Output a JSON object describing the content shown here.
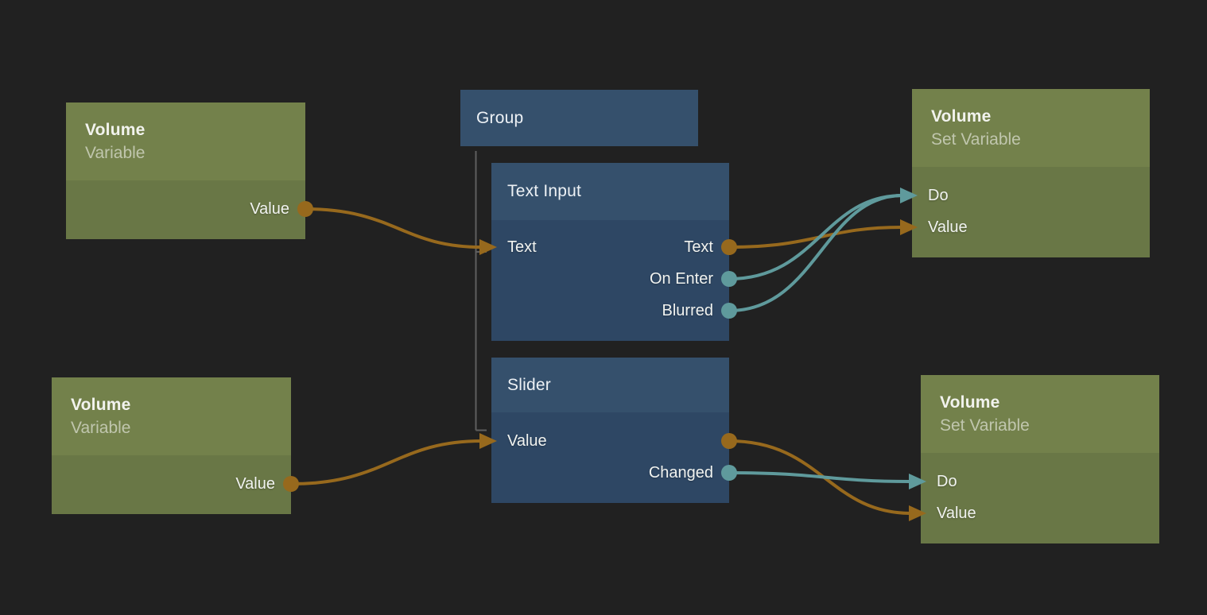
{
  "canvas": {
    "background": "#212121"
  },
  "palette": {
    "value_color": "#97691d",
    "signal_color": "#5f9a9c",
    "child_line_color": "#5f5f5f",
    "variable_header": "#73814b",
    "variable_body": "#697746",
    "component_header": "#35506c",
    "component_body": "#2e4764"
  },
  "nodes": {
    "variable_top": {
      "title": "Volume",
      "subtitle": "Variable",
      "ports": {
        "value_out": {
          "label": "Value"
        }
      }
    },
    "variable_bottom": {
      "title": "Volume",
      "subtitle": "Variable",
      "ports": {
        "value_out": {
          "label": "Value"
        }
      }
    },
    "group": {
      "title": "Group"
    },
    "text_input": {
      "title": "Text Input",
      "ports": {
        "text_in": {
          "label": "Text"
        },
        "text_out": {
          "label": "Text"
        },
        "on_enter_out": {
          "label": "On Enter"
        },
        "blurred_out": {
          "label": "Blurred"
        }
      }
    },
    "slider": {
      "title": "Slider",
      "ports": {
        "value_in": {
          "label": "Value"
        },
        "value_out": {
          "label": ""
        },
        "changed_out": {
          "label": "Changed"
        }
      }
    },
    "set_variable_top": {
      "title": "Volume",
      "subtitle": "Set Variable",
      "ports": {
        "do_in": {
          "label": "Do"
        },
        "value_in": {
          "label": "Value"
        }
      }
    },
    "set_variable_bottom": {
      "title": "Volume",
      "subtitle": "Set Variable",
      "ports": {
        "do_in": {
          "label": "Do"
        },
        "value_in": {
          "label": "Value"
        }
      }
    }
  },
  "connections": [
    {
      "from": "variable-top.value-out",
      "to": "text-input.text-in",
      "kind": "value"
    },
    {
      "from": "text-input.text-out",
      "to": "setvar-top.value-in",
      "kind": "value"
    },
    {
      "from": "text-input.on-enter-out",
      "to": "setvar-top.do-in",
      "kind": "signal"
    },
    {
      "from": "text-input.blurred-out",
      "to": "setvar-top.do-in",
      "kind": "signal"
    },
    {
      "from": "variable-bottom.value-out",
      "to": "slider.value-in",
      "kind": "value"
    },
    {
      "from": "slider.value-out",
      "to": "setvar-bottom.value-in",
      "kind": "value"
    },
    {
      "from": "slider.changed-out",
      "to": "setvar-bottom.do-in",
      "kind": "signal"
    }
  ],
  "child_links": [
    {
      "parent": "group",
      "child": "text-input"
    },
    {
      "parent": "group",
      "child": "slider"
    }
  ]
}
